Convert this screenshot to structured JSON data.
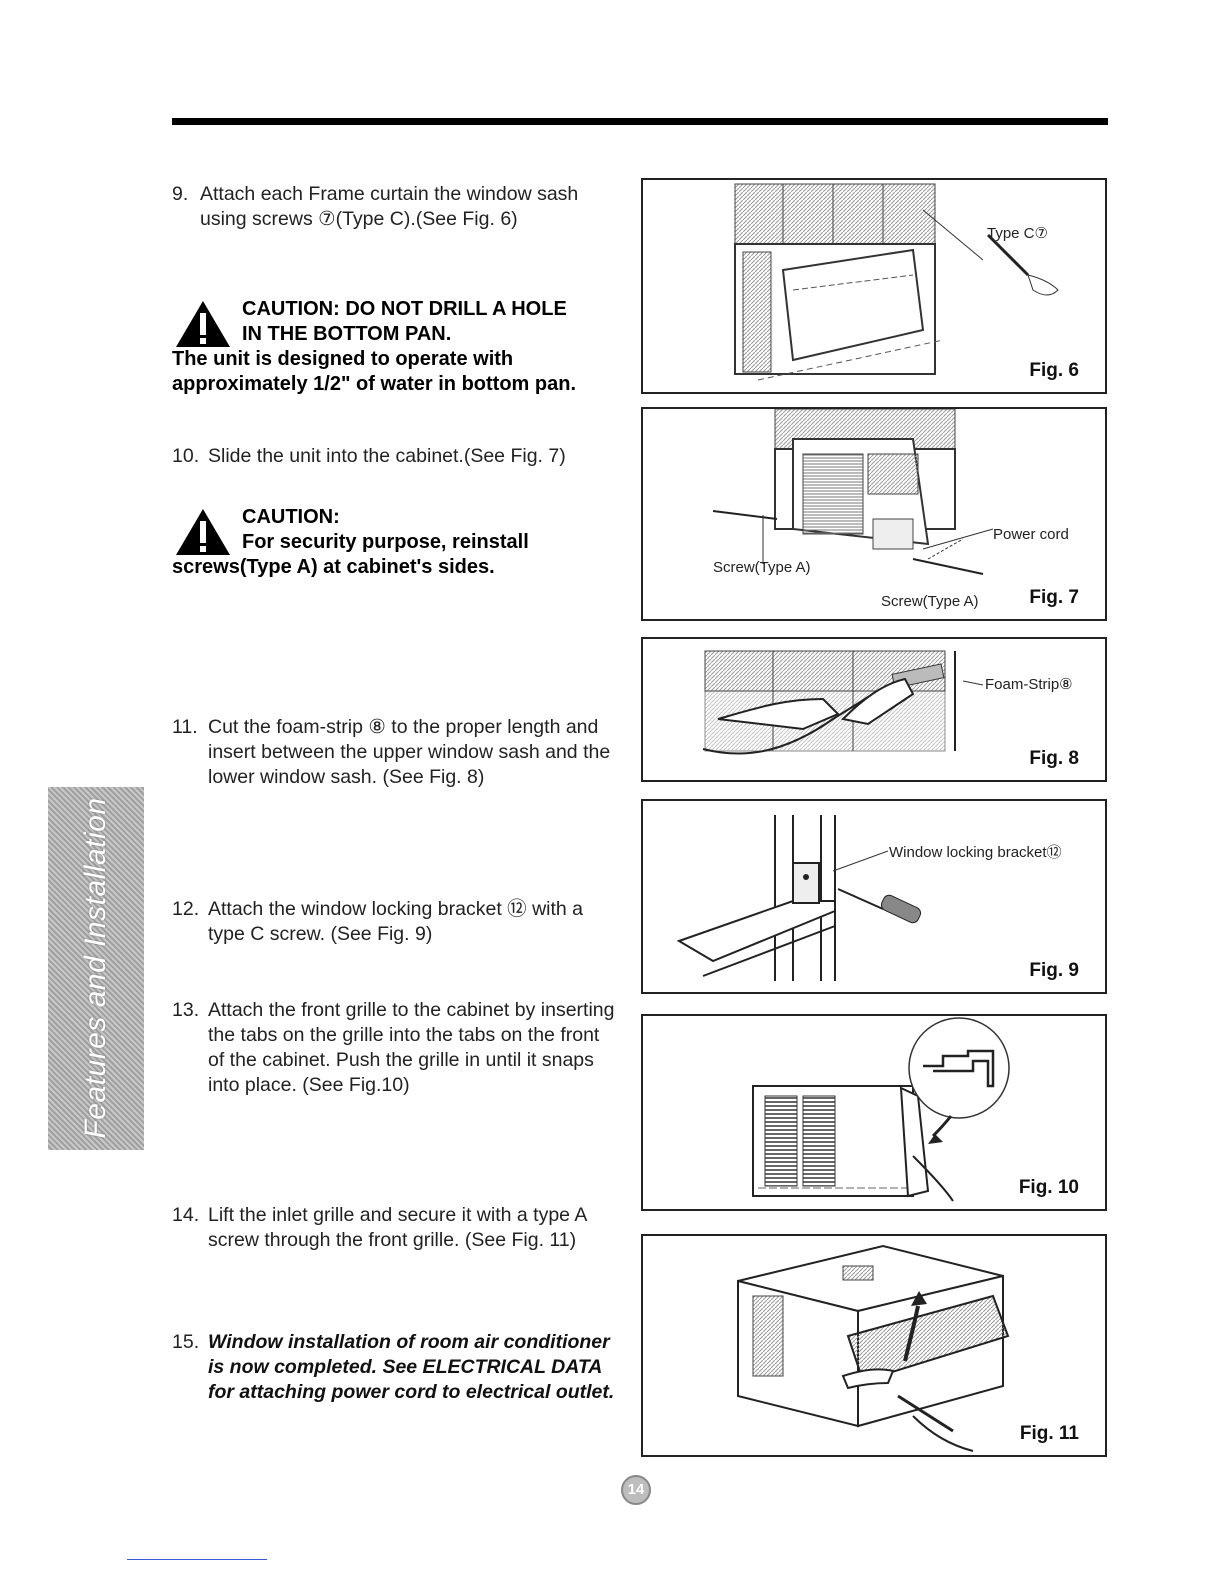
{
  "steps": {
    "s9": {
      "num": "9.",
      "text": "Attach each Frame curtain the window sash using screws ⑦(Type C).(See Fig. 6)"
    },
    "s10": {
      "num": "10.",
      "text": "Slide the unit into the cabinet.(See Fig. 7)"
    },
    "s11": {
      "num": "11.",
      "text": "Cut the foam-strip ⑧ to the proper length and insert between the upper window sash and the lower window sash. (See Fig. 8)"
    },
    "s12": {
      "num": "12.",
      "text": "Attach the window locking bracket ⑫ with a type C screw. (See Fig. 9)"
    },
    "s13": {
      "num": "13.",
      "text": "Attach the front grille to the cabinet by inserting the tabs on the grille into the tabs on the front of the cabinet. Push the grille in until it snaps into place. (See Fig.10)"
    },
    "s14": {
      "num": "14.",
      "text": "Lift the inlet grille and secure it with a type A screw through the front grille. (See Fig. 11)"
    },
    "s15": {
      "num": "15.",
      "text": "Window installation of room air conditioner is now completed. See ELECTRICAL DATA for attaching power cord to electrical outlet."
    }
  },
  "caution1": {
    "line1": "CAUTION: DO NOT DRILL A HOLE",
    "line2": "IN THE BOTTOM PAN.",
    "body": "The unit is designed to operate with approximately 1/2\" of water in bottom pan."
  },
  "caution2": {
    "line1": "CAUTION:",
    "line2": "For security purpose, reinstall",
    "body": "screws(Type A) at cabinet's sides."
  },
  "figures": {
    "fig6": {
      "label": "Fig. 6",
      "callout": "Type C⑦"
    },
    "fig7": {
      "label": "Fig. 7",
      "callout_power": "Power cord",
      "callout_screw_left": "Screw(Type A)",
      "callout_screw_right": "Screw(Type A)"
    },
    "fig8": {
      "label": "Fig. 8",
      "callout": "Foam-Strip⑧"
    },
    "fig9": {
      "label": "Fig. 9",
      "callout": "Window locking bracket⑫"
    },
    "fig10": {
      "label": "Fig. 10"
    },
    "fig11": {
      "label": "Fig. 11"
    }
  },
  "side_tab": "Features and Installation",
  "page_number": "14"
}
